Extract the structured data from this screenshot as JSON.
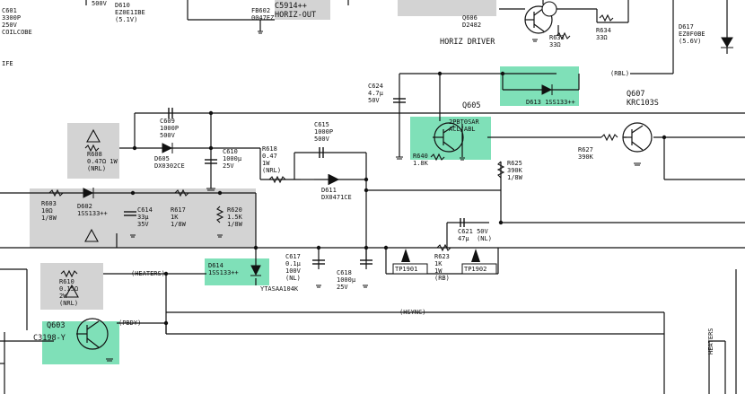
{
  "colors": {
    "shade_gray": "#d3d3d3",
    "shade_green": "#7fe0b8",
    "wire": "#111111"
  },
  "labels": {
    "top_left_500v": "500V",
    "c601": "C601\n3300P\n250V\nCOILCOBE",
    "ife": "IFE",
    "d610": "D610\nEZ0E1IBE\n(5.1V)",
    "fb602": "FB602\n0047EZ",
    "c5914": "C5914++\nHORIZ-OUT",
    "q606": "Q606\nD2482",
    "horiz_driver": "HORIZ DRIVER",
    "r633": "R633\n33Ω",
    "r634": "R634\n33Ω",
    "d617": "D617\nEZ0F0BE\n(5.6V)",
    "c624": "C624\n4.7μ\n50V",
    "rbl_net": "(RBL)",
    "d613": "D613 1SS133++",
    "q607": "Q607\nKRC103S",
    "q605": "Q605",
    "q605_desc": "2PBT0SAR\nACL/ABL",
    "r627": "R627\n390K",
    "r640": "R640\n1.8K",
    "r625": "R625\n390K\n1/8W",
    "c609": "C609\n1000P\n500V",
    "d605": "D605\nDX0302CE",
    "r608": "R608\n0.47Ω 1W\n(NRL)",
    "c610": "C610\n1000μ\n25V",
    "r618": "R618\n0.47\n1W\n(NRL)",
    "c615": "C615\n1000P\n500V",
    "d611": "D611\nDX0471CE",
    "c621": "C621 50V\n47μ  (NL)",
    "r603": "R603\n10Ω\n1/8W",
    "d602": "D602\n1SS133++",
    "c614": "C614\n33μ\n35V",
    "r617": "R617\n1K\n1/8W",
    "r620": "R620\n1.5K\n1/8W",
    "d614": "D614\n1SS133++",
    "ytaser": "YTASAA104K",
    "c617": "C617\n0.1μ\n100V\n(NL)",
    "c618": "C618\n1000μ\n25V",
    "r623": "R623\n1K\n1W\n(RB)",
    "tp1901": "TP1901",
    "tp1902": "TP1902",
    "heaters_net": "(HEATERS)",
    "r610": "R610\n0.15Ω\n2W\n(NRL)",
    "q603": "Q603",
    "c3198": "C3198-Y",
    "pbdy_net": "(PBDY)",
    "hsync_net": "(HSYNC)",
    "heaters_vert": "HEATERS"
  }
}
